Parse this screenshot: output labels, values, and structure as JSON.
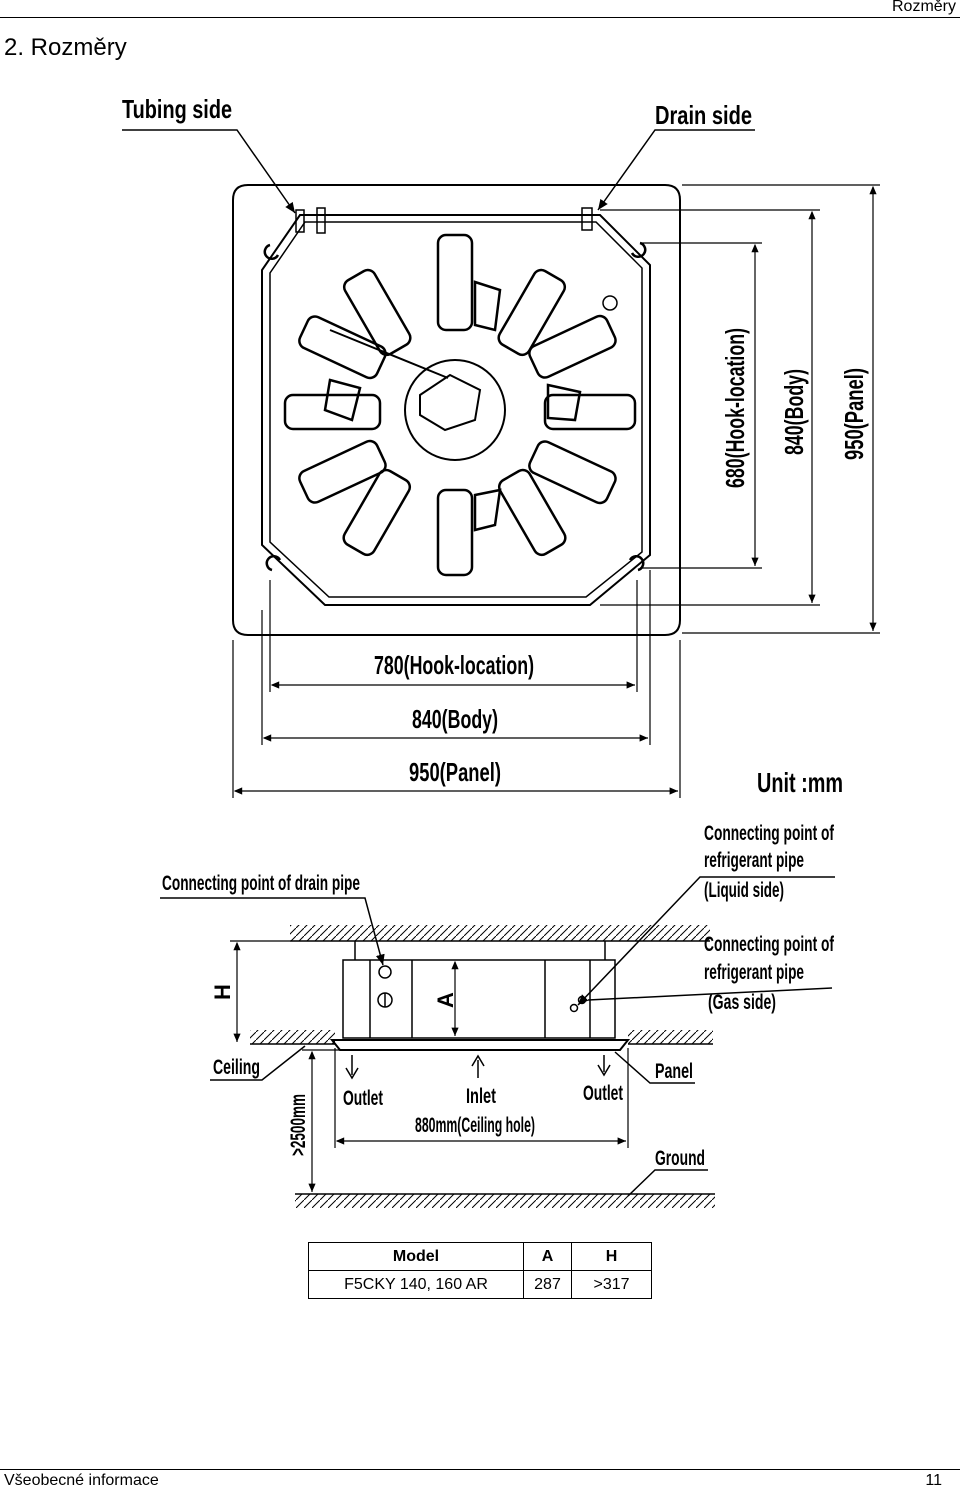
{
  "header": {
    "right_label": "Rozměry"
  },
  "page_title": "2.  Rozměry",
  "top_view": {
    "tubing_side": "Tubing side",
    "drain_side": "Drain side",
    "dim_hook_h": "780(Hook-location)",
    "dim_body_h": "840(Body)",
    "dim_panel_h": "950(Panel)",
    "dim_hook_v": "680(Hook-location)",
    "dim_body_v": "840(Body)",
    "dim_panel_v": "950(Panel)",
    "unit": "Unit :mm"
  },
  "side_view": {
    "drain_pipe": "Connecting point of drain pipe",
    "liquid_line1": "Connecting point of",
    "liquid_line2": "refrigerant pipe",
    "liquid_line3": "(Liquid side)",
    "gas_line1": "Connecting point of",
    "gas_line2": "refrigerant pipe",
    "gas_line3": "(Gas side)",
    "h_label": "H",
    "a_label": "A",
    "ceiling": "Ceiling",
    "outlet_left": "Outlet",
    "inlet": "Inlet",
    "outlet_right": "Outlet",
    "panel": "Panel",
    "ceiling_hole": "880mm(Ceiling hole)",
    "height_min": ">2500mm",
    "ground": "Ground"
  },
  "table": {
    "headers": [
      "Model",
      "A",
      "H"
    ],
    "rows": [
      [
        "F5CKY 140, 160 AR",
        "287",
        ">317"
      ]
    ]
  },
  "footer": {
    "left": "Všeobecné informace",
    "page": "11"
  }
}
